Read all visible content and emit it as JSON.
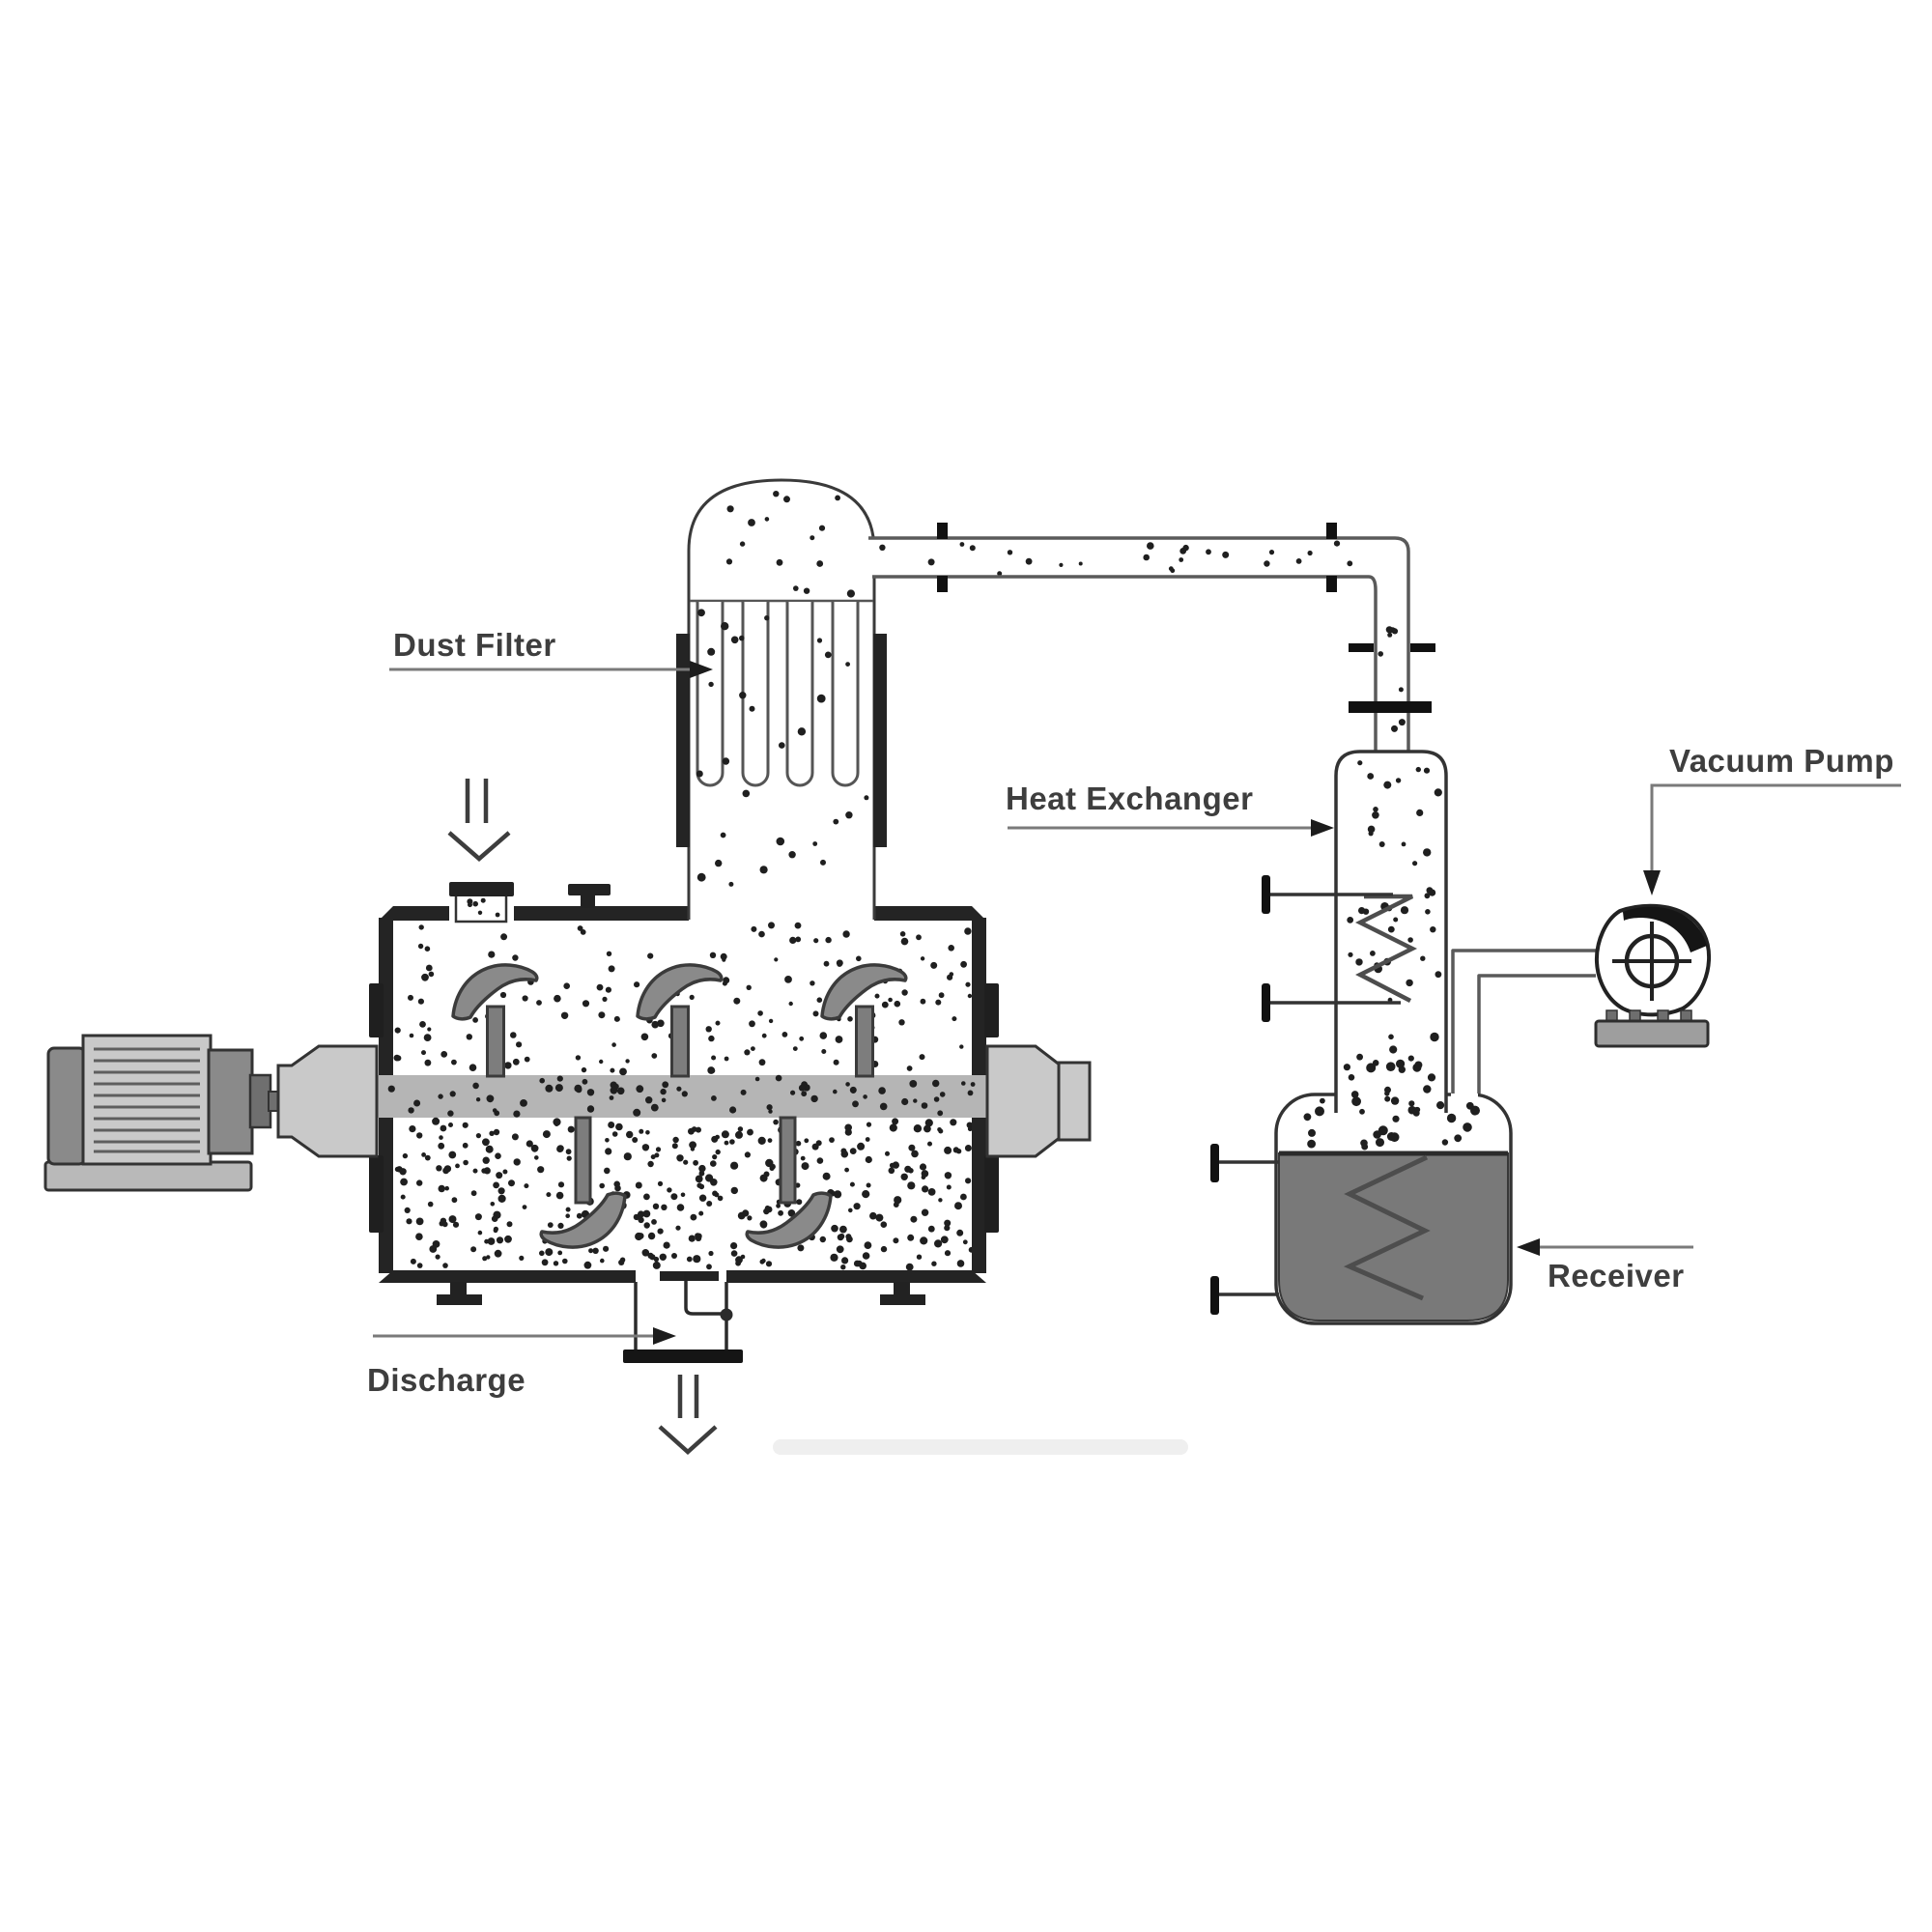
{
  "labels": {
    "dust_filter": "Dust Filter",
    "heat_exchanger": "Heat Exchanger",
    "vacuum_pump": "Vacuum Pump",
    "receiver": "Receiver",
    "discharge": "Discharge"
  },
  "colors": {
    "background": "#ffffff",
    "line_dark": "#2b2b2b",
    "wall_dark": "#242424",
    "metal_light": "#c9c9c9",
    "metal_mid": "#8a8a8a",
    "metal_dark": "#6f6f6f",
    "shaft_gray": "#b5b5b5",
    "paddle_gray": "#8a8a8a",
    "liquid_gray": "#797979",
    "coil_gray": "#4d4d4d",
    "pipe_line_gray": "#5a5a5a",
    "base_gray": "#9e9e9e",
    "dot": "#1f1f1f",
    "label_text": "#3e3e3e",
    "leader_gray": "#7a7a7a",
    "arrowhead": "#1c1c1c"
  },
  "diagram": {
    "type": "process-flow-diagram",
    "subject": "vacuum paddle dryer system",
    "labeled_components": [
      "Dust Filter",
      "Heat Exchanger",
      "Vacuum Pump",
      "Receiver",
      "Discharge"
    ],
    "unlabeled_components": [
      "drive-motor",
      "coupling",
      "paddle-dryer-vessel",
      "agitator-shaft",
      "paddles",
      "feed-inlet",
      "vapor-pipe",
      "support-legs"
    ]
  }
}
